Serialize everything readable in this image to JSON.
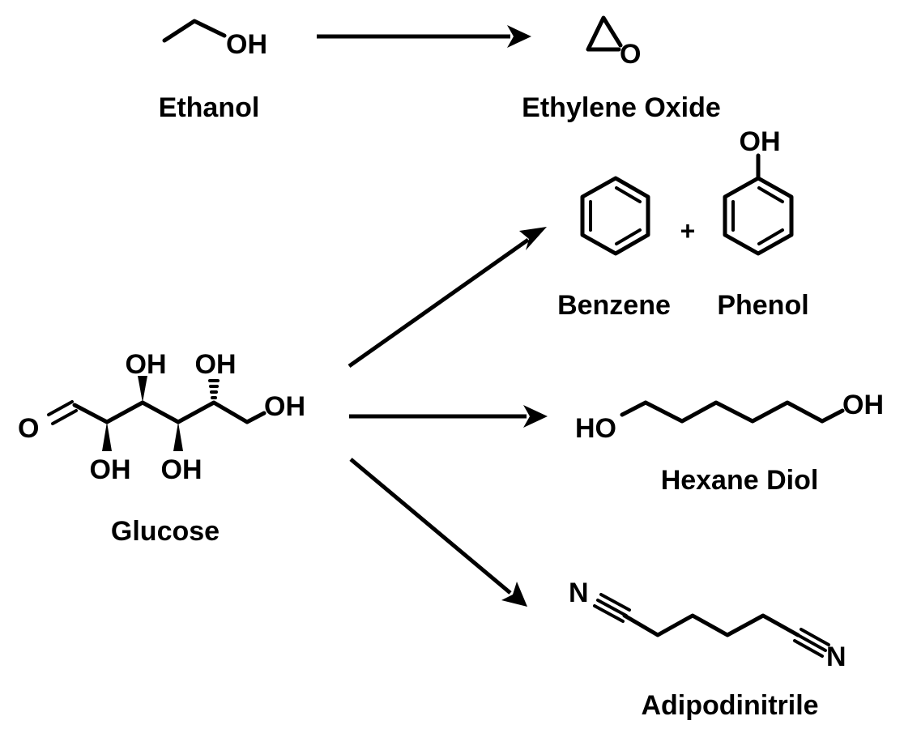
{
  "atoms": {
    "oh": "OH",
    "ho": "HO",
    "o": "O",
    "n": "N"
  },
  "symbols": {
    "plus": "+"
  },
  "labels": {
    "ethanol": "Ethanol",
    "ethylene_oxide": "Ethylene Oxide",
    "benzene": "Benzene",
    "phenol": "Phenol",
    "glucose": "Glucose",
    "hexane_diol": "Hexane Diol",
    "adipodinitrile": "Adipodinitrile"
  }
}
